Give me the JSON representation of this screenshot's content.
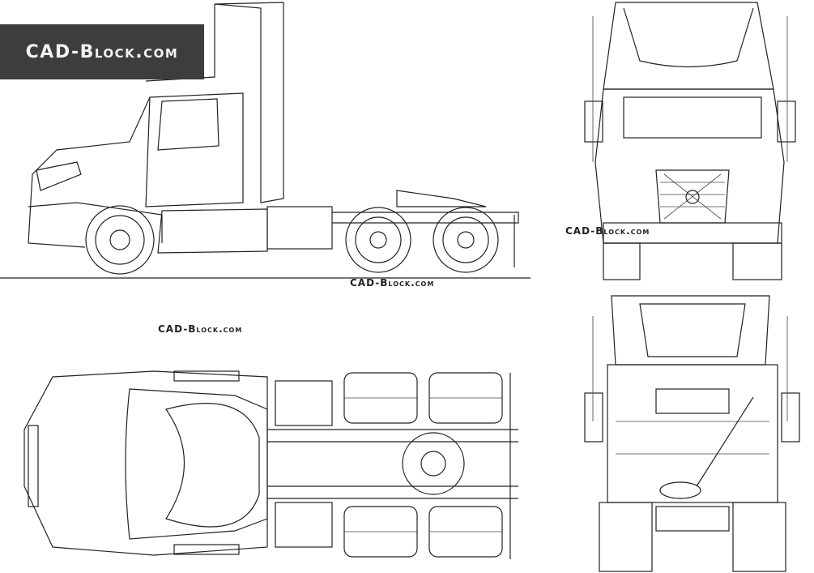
{
  "banner": {
    "text": "CAD-Block.com",
    "background": "#3d3d3d"
  },
  "watermarks": {
    "side_view": "CAD-Block.com",
    "front_view": "CAD-Block.com",
    "top_view": "CAD-Block.com"
  },
  "views": [
    "side",
    "front",
    "top",
    "rear"
  ]
}
